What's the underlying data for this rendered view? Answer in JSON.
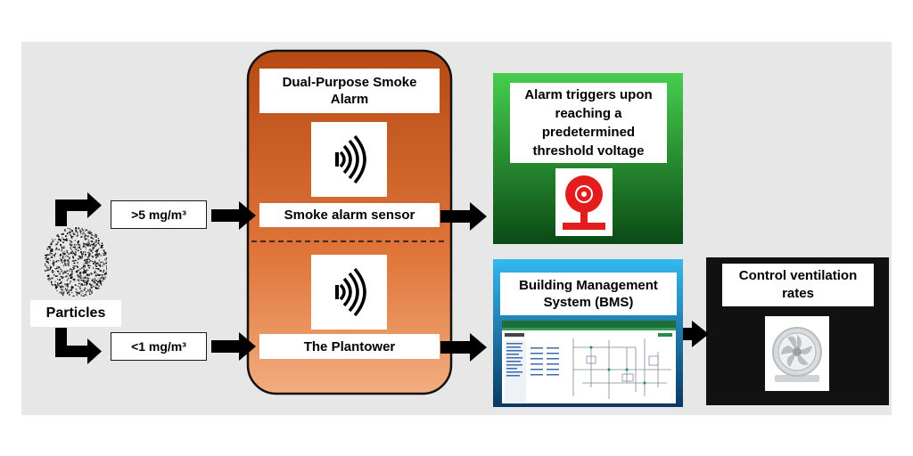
{
  "particles": {
    "label": "Particles"
  },
  "thresholds": {
    "high": ">5 mg/m³",
    "low": "<1 mg/m³"
  },
  "alarm_unit": {
    "title": "Dual-Purpose Smoke Alarm",
    "sensor_label": "Smoke alarm sensor",
    "plantower_label": "The Plantower"
  },
  "alarm_output": {
    "text": "Alarm triggers upon reaching a predetermined threshold voltage",
    "bell_color": "#e31d1d"
  },
  "bms": {
    "title": "Building Management System (BMS)"
  },
  "ventilation": {
    "text": "Control ventilation rates"
  },
  "colors": {
    "background": "#e7e7e7",
    "orange_top": "#b94f17",
    "orange_bottom": "#f0a272",
    "green_top": "#41c94a",
    "green_bottom": "#0d4e16",
    "blue_top": "#2db2ea",
    "blue_bottom": "#0c3b67",
    "black_box": "#111111"
  }
}
